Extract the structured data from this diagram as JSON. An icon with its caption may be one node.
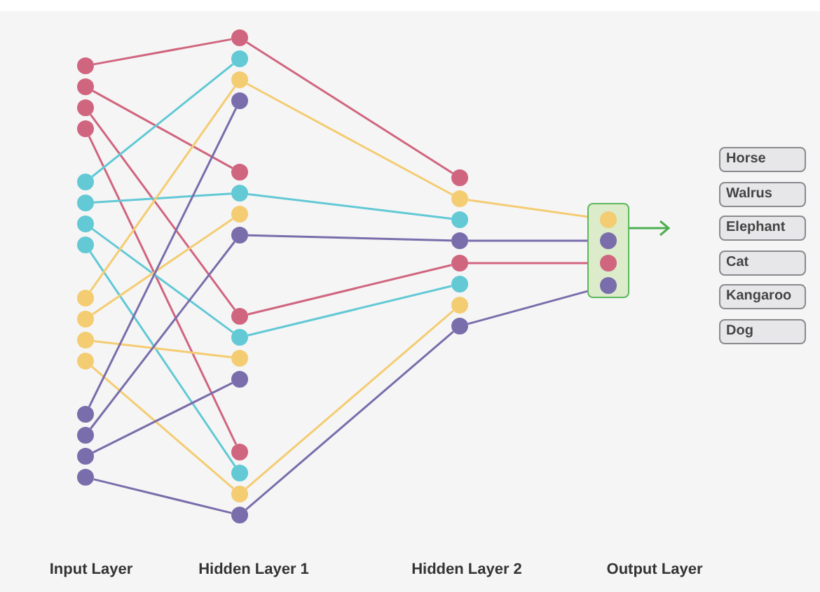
{
  "diagram": {
    "nodes": [
      {
        "text": [],
        "shape": "circle"
      },
      {
        "text": [],
        "shape": "circle"
      },
      {
        "text": [],
        "shape": "circle"
      },
      {
        "text": [],
        "shape": "circle"
      },
      {
        "text": [],
        "shape": "circle"
      },
      {
        "text": [],
        "shape": "circle"
      },
      {
        "text": [],
        "shape": "circle"
      },
      {
        "text": [],
        "shape": "circle"
      },
      {
        "text": [],
        "shape": "circle"
      },
      {
        "text": [],
        "shape": "circle"
      },
      {
        "text": [],
        "shape": "circle"
      },
      {
        "text": [],
        "shape": "circle"
      },
      {
        "text": [],
        "shape": "circle"
      },
      {
        "text": [],
        "shape": "circle"
      },
      {
        "text": [],
        "shape": "circle"
      },
      {
        "text": [],
        "shape": "circle"
      },
      {
        "text": [],
        "shape": "circle"
      },
      {
        "text": [],
        "shape": "circle"
      },
      {
        "text": [],
        "shape": "circle"
      },
      {
        "text": [],
        "shape": "circle"
      },
      {
        "text": [],
        "shape": "circle"
      },
      {
        "text": [],
        "shape": "circle"
      },
      {
        "text": [],
        "shape": "circle"
      },
      {
        "text": [],
        "shape": "circle"
      },
      {
        "text": [],
        "shape": "circle"
      },
      {
        "text": [],
        "shape": "circle"
      },
      {
        "text": [],
        "shape": "circle"
      },
      {
        "text": [],
        "shape": "circle"
      },
      {
        "text": [],
        "shape": "circle"
      },
      {
        "text": [],
        "shape": "circle"
      },
      {
        "text": [],
        "shape": "circle"
      },
      {
        "text": [],
        "shape": "circle"
      },
      {
        "text": [],
        "shape": "circle"
      },
      {
        "text": [],
        "shape": "circle"
      },
      {
        "text": [],
        "shape": "circle"
      },
      {
        "text": [],
        "shape": "circle"
      },
      {
        "text": [],
        "shape": "circle"
      },
      {
        "text": [],
        "shape": "circle"
      },
      {
        "text": [],
        "shape": "circle"
      },
      {
        "text": [],
        "shape": "circle"
      },
      {
        "text": [],
        "shape": "box"
      },
      {
        "text": [],
        "shape": "circle",
        "in": 40
      },
      {
        "text": [],
        "shape": "circle",
        "in": 40
      },
      {
        "text": [],
        "shape": "circle",
        "in": 40
      },
      {
        "text": [],
        "shape": "circle",
        "in": 40
      },
      {
        "text": [
          "Horse"
        ]
      },
      {
        "text": [
          "Walrus"
        ]
      },
      {
        "text": [
          "Elephant"
        ]
      },
      {
        "text": [
          "Cat"
        ]
      },
      {
        "text": [
          "Kangaroo"
        ]
      },
      {
        "text": [
          "Dog"
        ]
      }
    ],
    "edges": [
      {
        "from": 0,
        "to": 16,
        "arrow": "none",
        "color": "#d0657f"
      },
      {
        "from": 1,
        "to": 20,
        "arrow": "none",
        "color": "#d0657f"
      },
      {
        "from": 2,
        "to": 24,
        "arrow": "none",
        "color": "#d0657f"
      },
      {
        "from": 3,
        "to": 28,
        "arrow": "none",
        "color": "#d0657f"
      },
      {
        "from": 4,
        "to": 17,
        "arrow": "none",
        "color": "#62c9d5"
      },
      {
        "from": 5,
        "to": 21,
        "arrow": "none",
        "color": "#62c9d5"
      },
      {
        "from": 6,
        "to": 25,
        "arrow": "none",
        "color": "#62c9d5"
      },
      {
        "from": 7,
        "to": 29,
        "arrow": "none",
        "color": "#62c9d5"
      },
      {
        "from": 8,
        "to": 18,
        "arrow": "none",
        "color": "#f4cc72"
      },
      {
        "from": 9,
        "to": 22,
        "arrow": "none",
        "color": "#f4cc72"
      },
      {
        "from": 10,
        "to": 26,
        "arrow": "none",
        "color": "#f4cc72"
      },
      {
        "from": 11,
        "to": 30,
        "arrow": "none",
        "color": "#f4cc72"
      },
      {
        "from": 12,
        "to": 19,
        "arrow": "none",
        "color": "#7a6dab"
      },
      {
        "from": 13,
        "to": 23,
        "arrow": "none",
        "color": "#7a6dab"
      },
      {
        "from": 14,
        "to": 27,
        "arrow": "none",
        "color": "#7a6dab"
      },
      {
        "from": 15,
        "to": 31,
        "arrow": "none",
        "color": "#7a6dab"
      },
      {
        "from": 16,
        "to": 32,
        "arrow": "none",
        "color": "#d0657f"
      },
      {
        "from": 18,
        "to": 33,
        "arrow": "none",
        "color": "#f4cc72"
      },
      {
        "from": 21,
        "to": 34,
        "arrow": "none",
        "color": "#62c9d5"
      },
      {
        "from": 23,
        "to": 35,
        "arrow": "none",
        "color": "#7a6dab"
      },
      {
        "from": 24,
        "to": 36,
        "arrow": "none",
        "color": "#d0657f"
      },
      {
        "from": 25,
        "to": 37,
        "arrow": "none",
        "color": "#62c9d5"
      },
      {
        "from": 30,
        "to": 38,
        "arrow": "none",
        "color": "#f4cc72"
      },
      {
        "from": 31,
        "to": 39,
        "arrow": "none",
        "color": "#7a6dab"
      },
      {
        "from": 33,
        "to": 41,
        "arrow": "none",
        "color": "#f4cc72"
      },
      {
        "from": 35,
        "to": 42,
        "arrow": "none",
        "color": "#7a6dab"
      },
      {
        "from": 36,
        "to": 43,
        "arrow": "none",
        "color": "#d0657f"
      },
      {
        "from": 39,
        "to": 44,
        "arrow": "none",
        "color": "#7a6dab"
      },
      {
        "from": 40,
        "to": null,
        "arrow": "to",
        "color": "#4caf50"
      }
    ],
    "labels": [
      "Input Layer",
      "Hidden Layer 1",
      "Hidden Layer 2",
      "Output Layer"
    ]
  }
}
